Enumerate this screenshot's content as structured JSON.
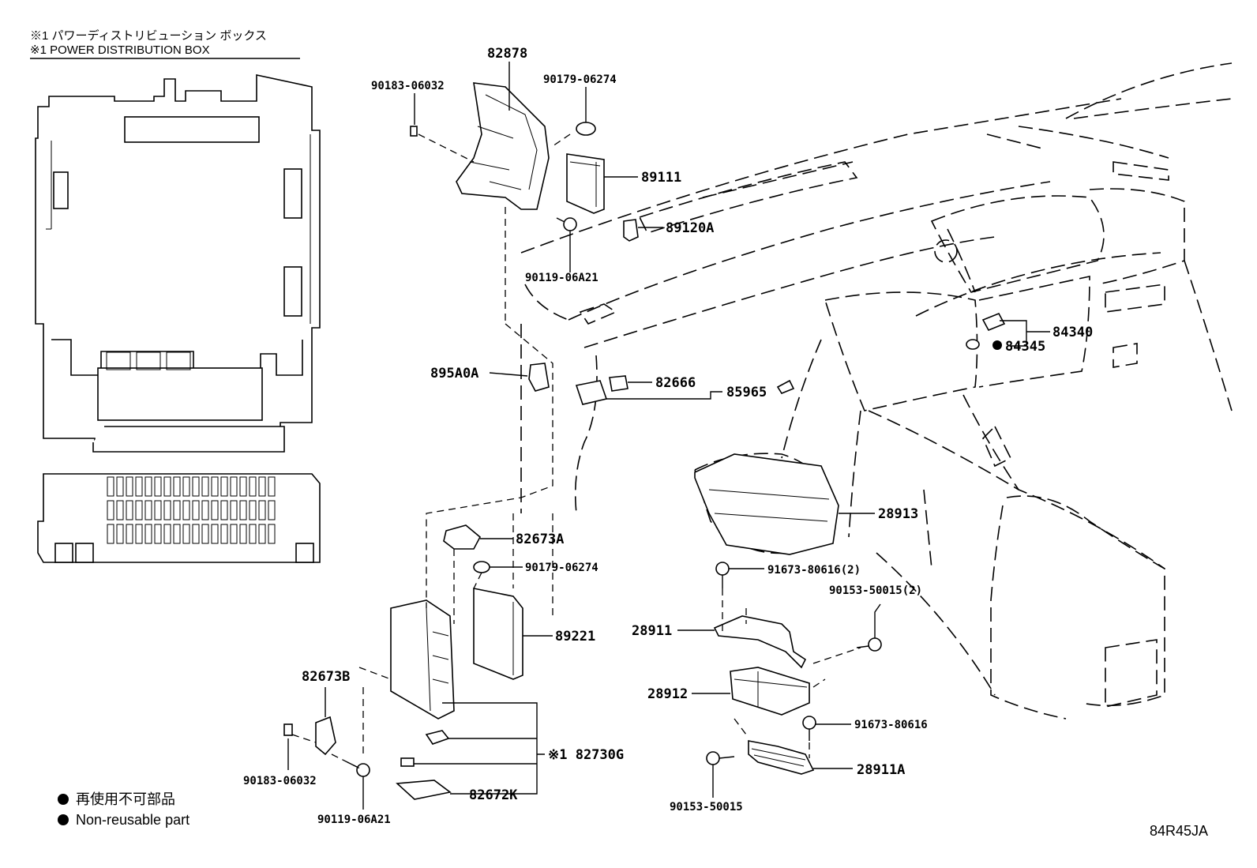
{
  "header": {
    "note_ja": "※1 パワーディストリビューション ボックス",
    "note_en": "※1 POWER DISTRIBUTION BOX"
  },
  "legend": {
    "ja": "再使用不可部品",
    "en": "Non-reusable part"
  },
  "figure_code": "84R45JA",
  "callouts": {
    "c82878": "82878",
    "c90183_top": "90183-06032",
    "c90179_top": "90179-06274",
    "c89111": "89111",
    "c89120A": "89120A",
    "c90119_top": "90119-06A21",
    "c895A0A": "895A0A",
    "c82666": "82666",
    "c85965": "85965",
    "c84340": "84340",
    "c84345": "84345",
    "c28913": "28913",
    "c82673A": "82673A",
    "c90179_mid": "90179-06274",
    "c91673_2": "91673-80616(2)",
    "c90153_2": "90153-50015(2)",
    "c89221": "89221",
    "c28911": "28911",
    "c82673B": "82673B",
    "c28912": "28912",
    "c91673": "91673-80616",
    "c82730G": "※1 82730G",
    "c28911A": "28911A",
    "c90183_bot": "90183-06032",
    "c82672K": "82672K",
    "c90119_bot": "90119-06A21",
    "c90153": "90153-50015"
  }
}
